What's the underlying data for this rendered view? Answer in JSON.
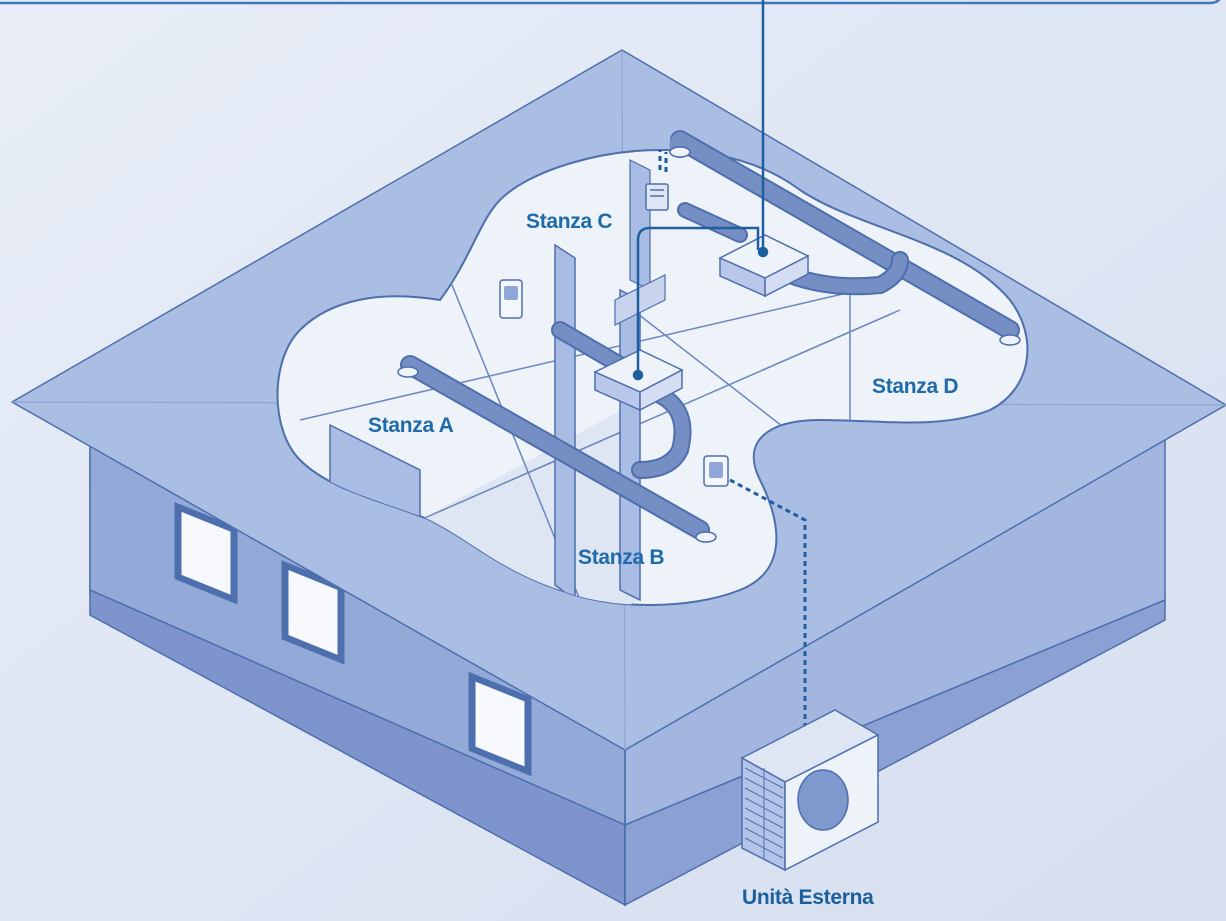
{
  "labels": {
    "stanza_a": "Stanza A",
    "stanza_b": "Stanza B",
    "stanza_c": "Stanza C",
    "stanza_d": "Stanza D",
    "unita_esterna": "Unità Esterna"
  },
  "colors": {
    "background": "#dfe6f3",
    "roof": "#a9bce2",
    "roof_light": "#b7c8e8",
    "wall_left": "#8fa6d6",
    "wall_right": "#9db2de",
    "interior_floor": "#eef2f9",
    "duct": "#6f88c0",
    "outline": "#3f64a6",
    "label": "#1f6aa8"
  }
}
